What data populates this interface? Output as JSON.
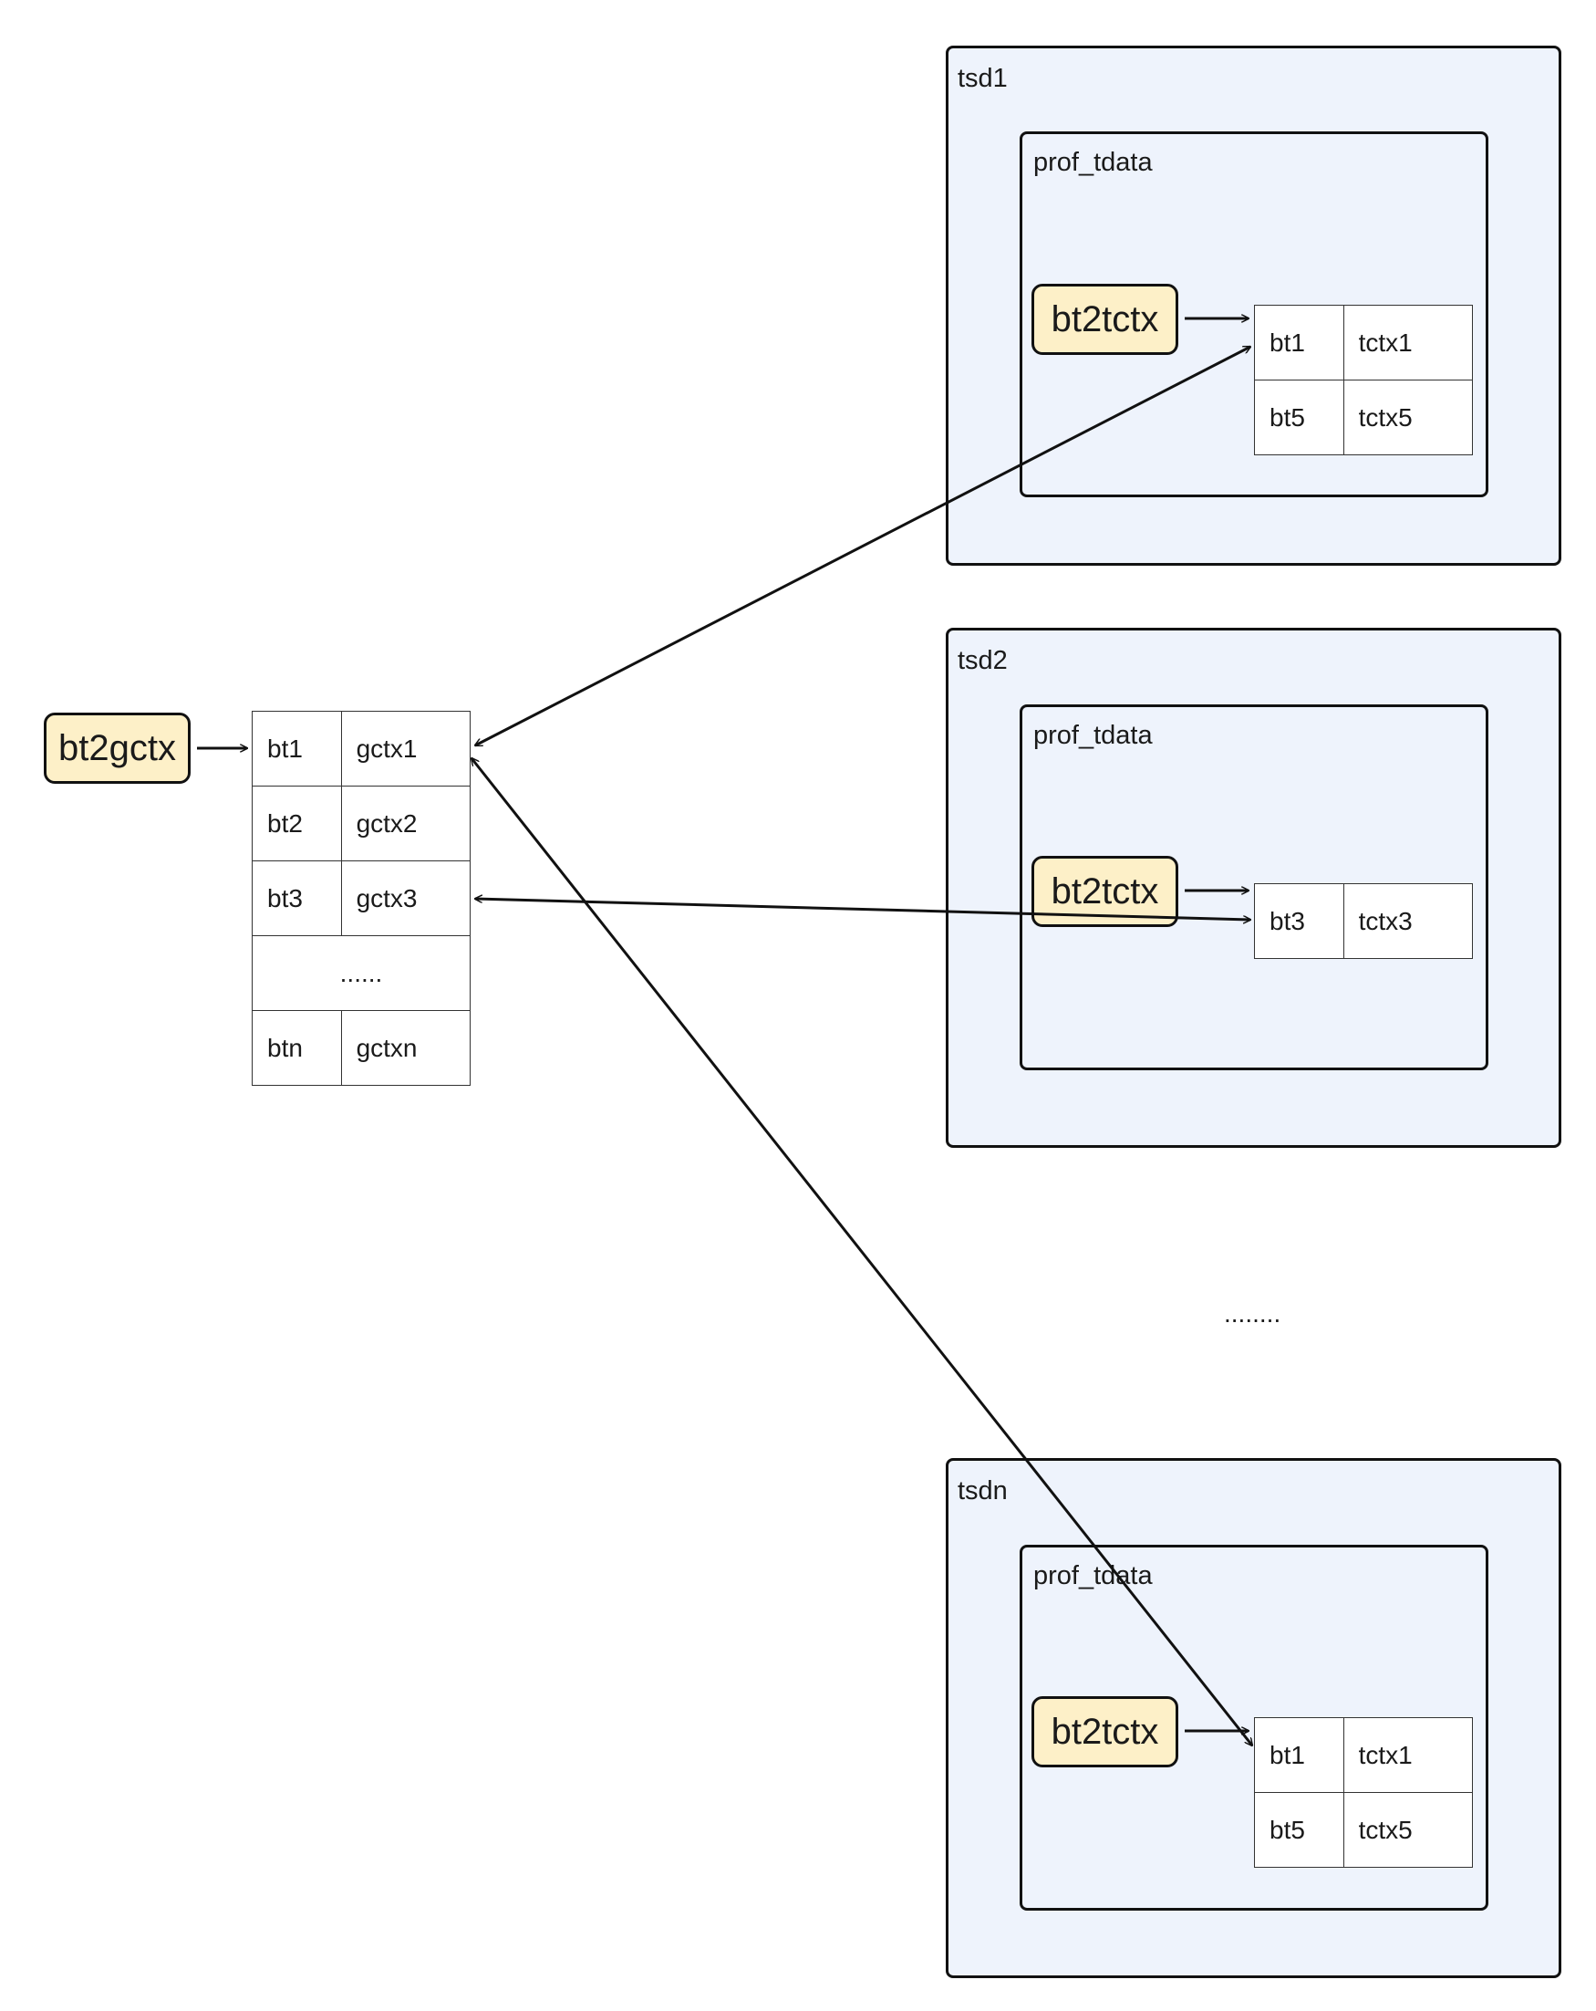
{
  "global": {
    "map_label": "bt2gctx",
    "rows": [
      {
        "bt": "bt1",
        "ctx": "gctx1"
      },
      {
        "bt": "bt2",
        "ctx": "gctx2"
      },
      {
        "bt": "bt3",
        "ctx": "gctx3"
      },
      {
        "ellipsis": "......"
      },
      {
        "bt": "btn",
        "ctx": "gctxn"
      }
    ]
  },
  "tsds": [
    {
      "name": "tsd1",
      "prof_label": "prof_tdata",
      "map_label": "bt2tctx",
      "rows": [
        {
          "bt": "bt1",
          "ctx": "tctx1"
        },
        {
          "bt": "bt5",
          "ctx": "tctx5"
        }
      ]
    },
    {
      "name": "tsd2",
      "prof_label": "prof_tdata",
      "map_label": "bt2tctx",
      "rows": [
        {
          "bt": "bt3",
          "ctx": "tctx3"
        }
      ]
    },
    {
      "name": "tsdn",
      "prof_label": "prof_tdata",
      "map_label": "bt2tctx",
      "rows": [
        {
          "bt": "bt1",
          "ctx": "tctx1"
        },
        {
          "bt": "bt5",
          "ctx": "tctx5"
        }
      ]
    }
  ],
  "gap_ellipsis": "........",
  "colors": {
    "tsd_fill": "#eef3fc",
    "map_fill": "#fdf0c8",
    "stroke": "#111111"
  }
}
